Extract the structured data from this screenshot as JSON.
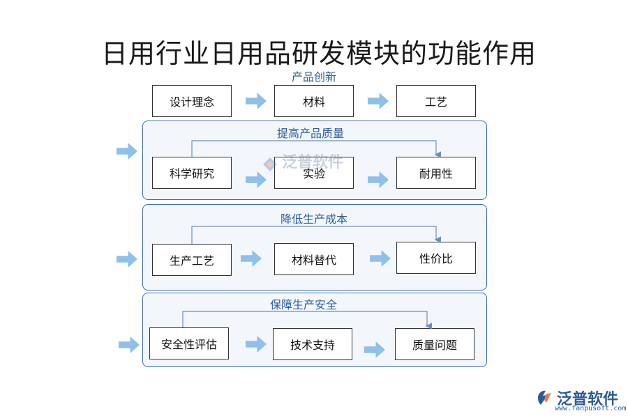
{
  "title": "日用行业日用品研发模块的功能作用",
  "sections": [
    {
      "label": "产品创新",
      "nodes": [
        "设计理念",
        "材料",
        "工艺"
      ]
    },
    {
      "label": "提高产品质量",
      "nodes": [
        "科学研究",
        "实验",
        "耐用性"
      ]
    },
    {
      "label": "降低生产成本",
      "nodes": [
        "生产工艺",
        "材料替代",
        "性价比"
      ]
    },
    {
      "label": "保障生产安全",
      "nodes": [
        "安全性评估",
        "技术支持",
        "质量问题"
      ]
    }
  ],
  "watermark": "泛普软件",
  "logo": {
    "name": "泛普软件",
    "url": "www.fanpusoft.com"
  },
  "colors": {
    "accent": "#3d6fa8",
    "arrow": "#8ec0e8",
    "panel": "#f3f7fb",
    "label": "#2e5f9e"
  }
}
